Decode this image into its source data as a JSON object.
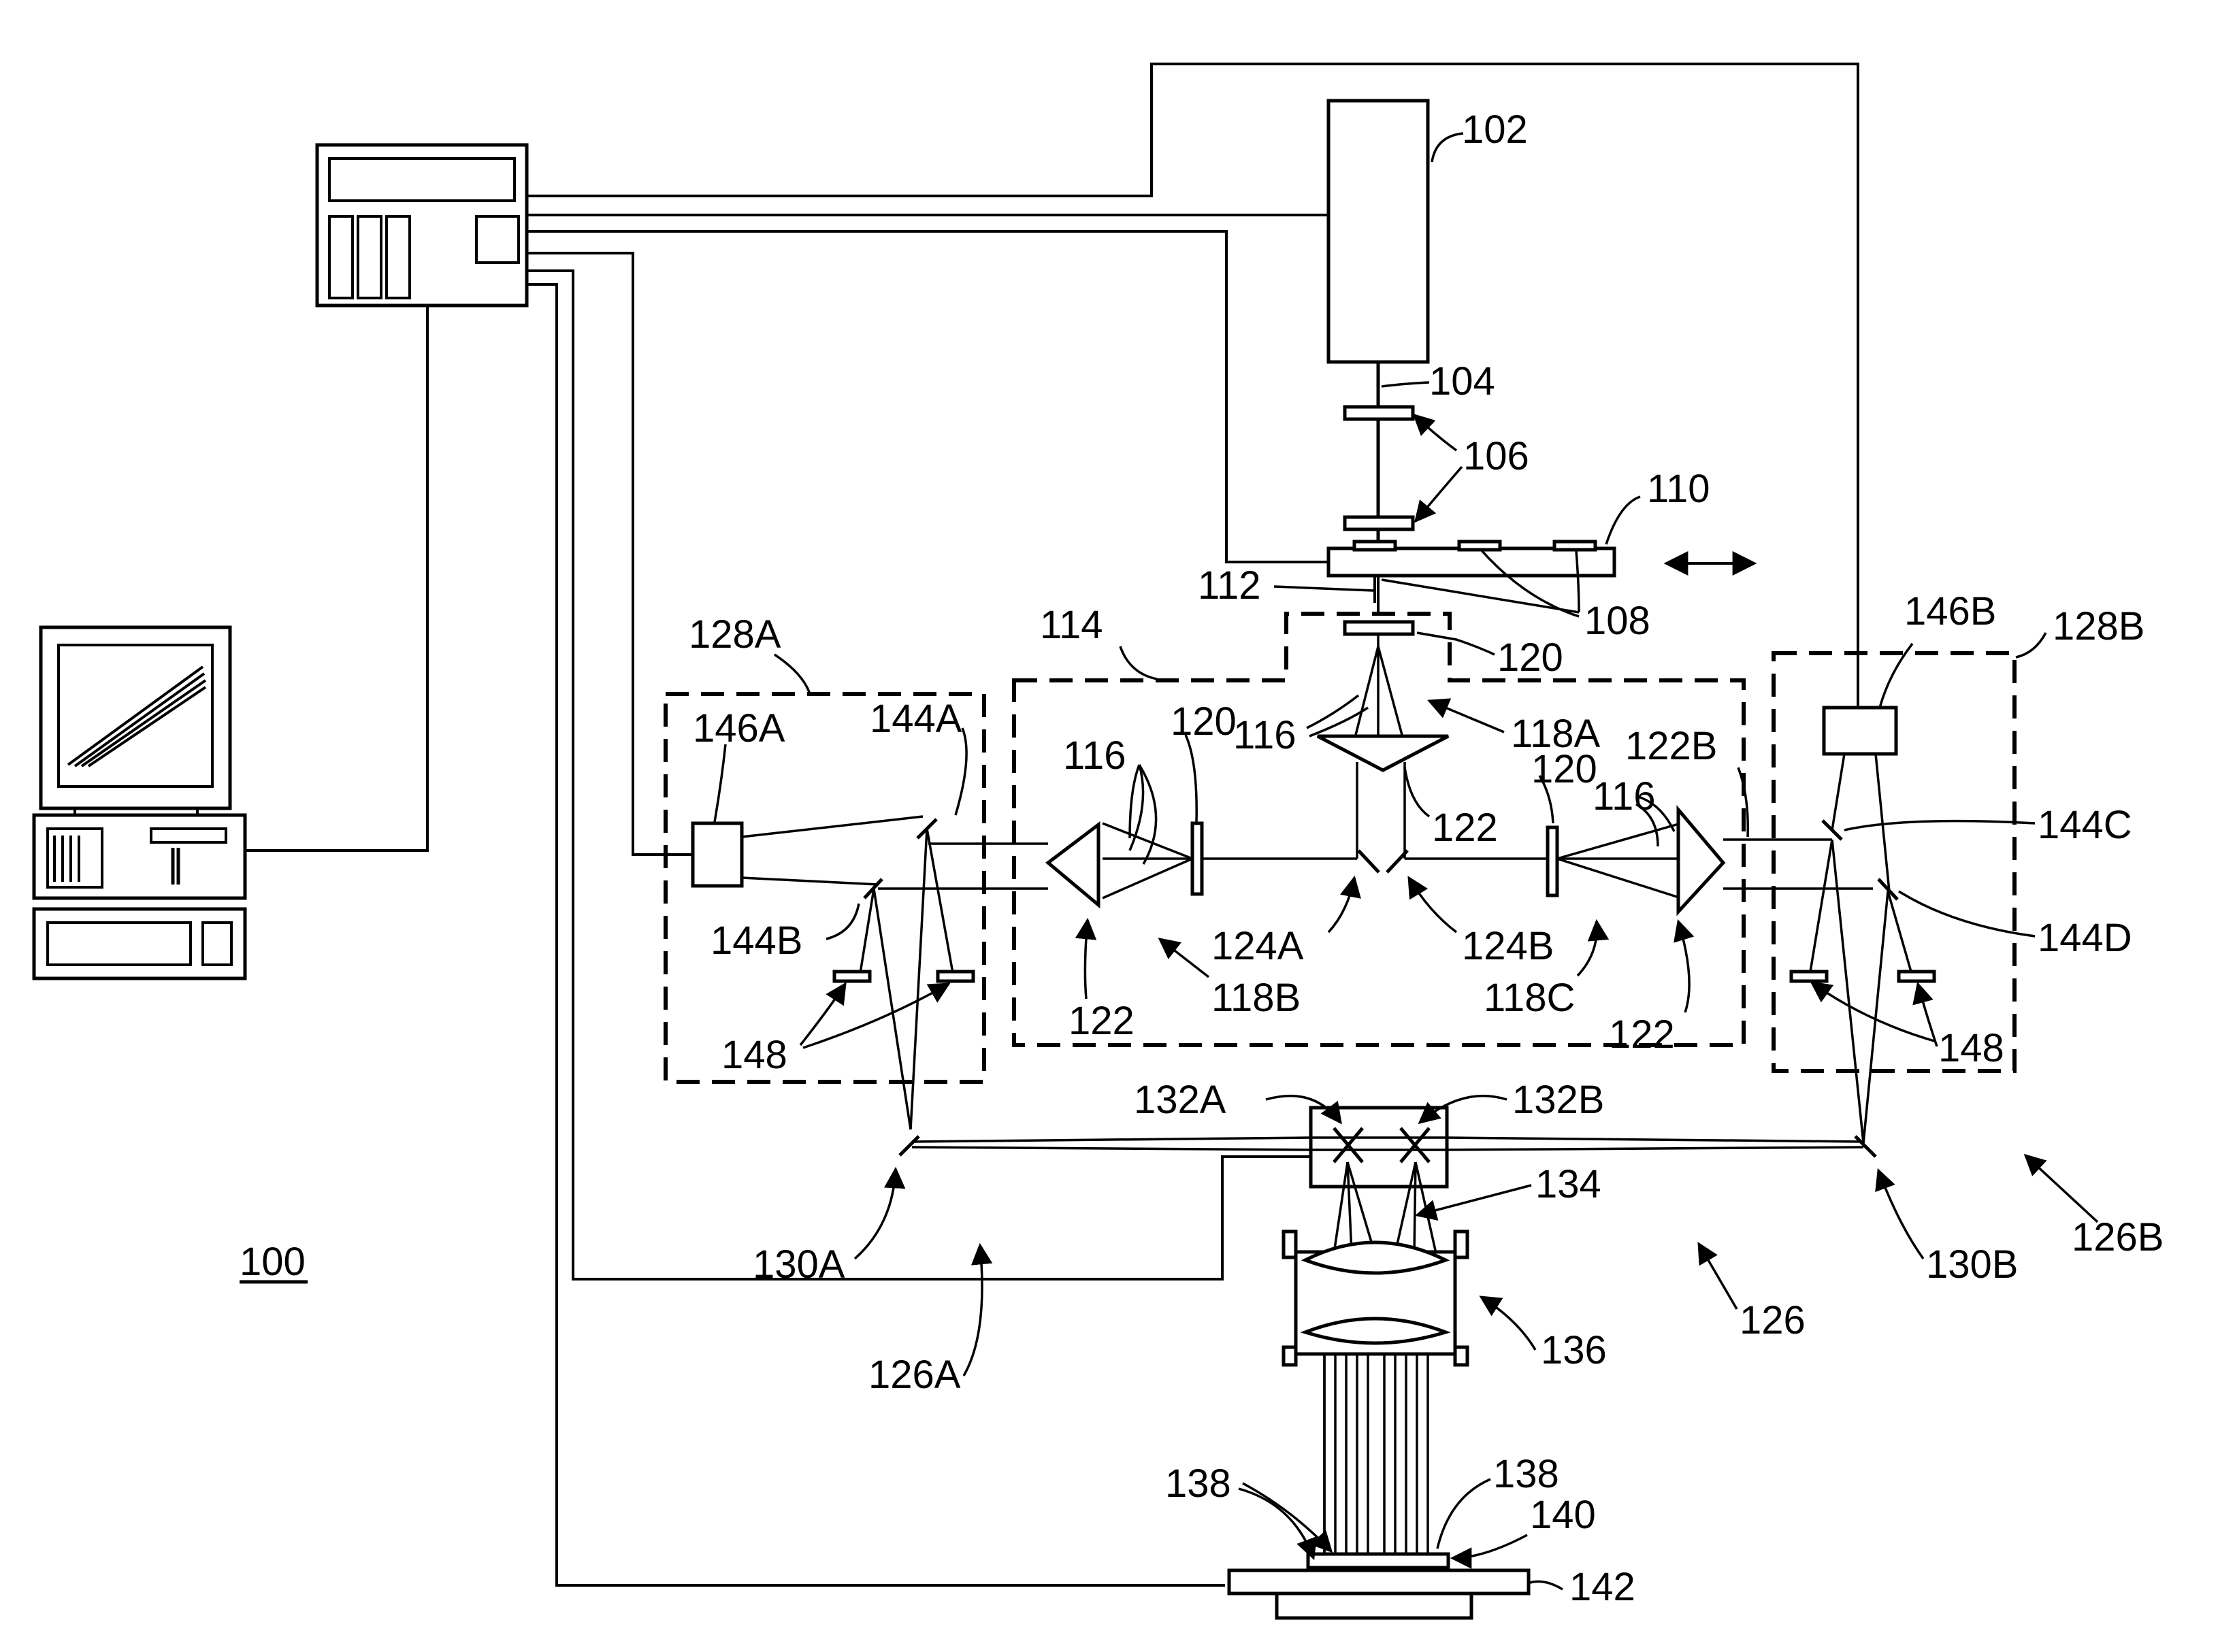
{
  "figure": {
    "system_label": "100",
    "labels": {
      "l102": "102",
      "l104": "104",
      "l106": "106",
      "l108": "108",
      "l110": "110",
      "l112": "112",
      "l114": "114",
      "l116a": "116",
      "l116b": "116",
      "l116c": "116",
      "l118A": "118A",
      "l118B": "118B",
      "l118C": "118C",
      "l120a": "120",
      "l120b": "120",
      "l120c": "120",
      "l122a": "122",
      "l122b": "122",
      "l122c": "122",
      "l122B": "122B",
      "l124A": "124A",
      "l124B": "124B",
      "l126": "126",
      "l126A": "126A",
      "l126B": "126B",
      "l128A": "128A",
      "l128B": "128B",
      "l130A": "130A",
      "l130B": "130B",
      "l132A": "132A",
      "l132B": "132B",
      "l134": "134",
      "l136": "136",
      "l138a": "138",
      "l138b": "138",
      "l140": "140",
      "l142": "142",
      "l144A": "144A",
      "l144B": "144B",
      "l144C": "144C",
      "l144D": "144D",
      "l146A": "146A",
      "l146B": "146B",
      "l148a": "148",
      "l148b": "148"
    }
  }
}
